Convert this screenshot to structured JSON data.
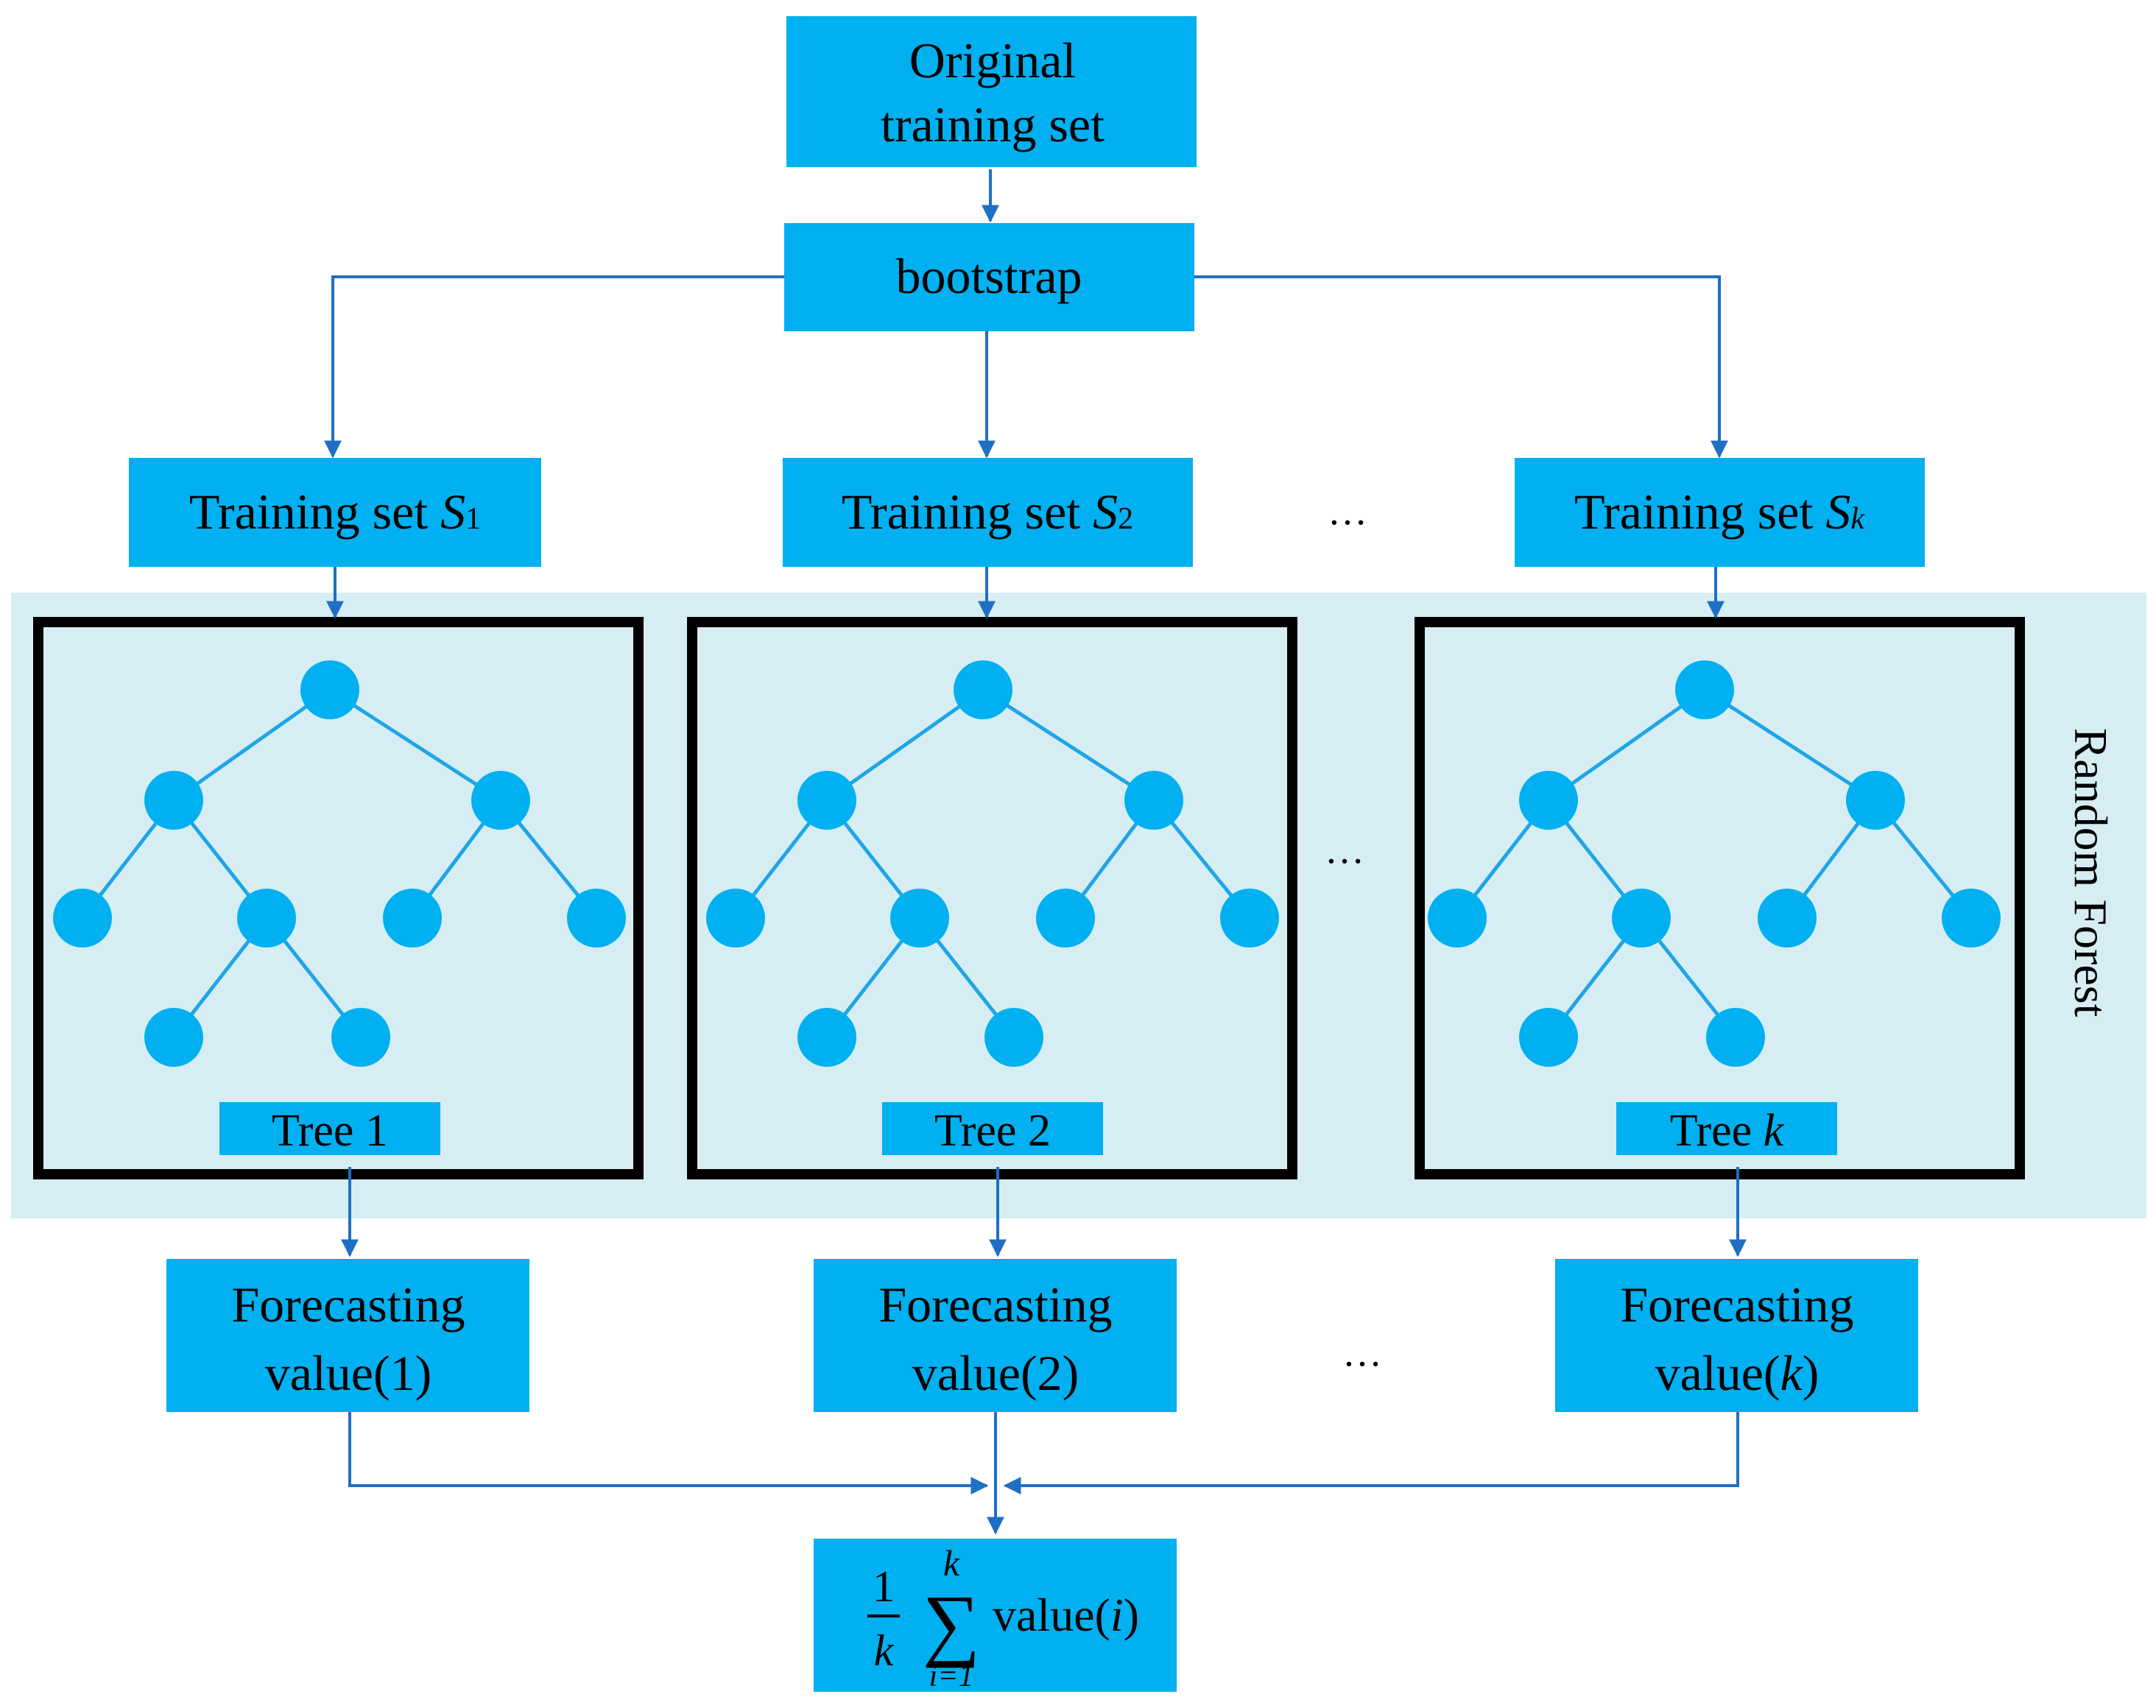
{
  "colors": {
    "box": "#00b0f0",
    "node": "#00b0f0",
    "edge": "#1fa5e6",
    "arrow": "#1f6fc4",
    "forest_bg": "#d6eef3",
    "frame": "#000000",
    "ellipsis": "#1f6fc4"
  },
  "nodes": {
    "original": {
      "line1": "Original",
      "line2": "training set"
    },
    "bootstrap": {
      "label": "bootstrap"
    },
    "training_sets": [
      {
        "prefix": "Training set ",
        "var": "S",
        "sub": "1"
      },
      {
        "prefix": "Training set ",
        "var": "S",
        "sub": "2"
      },
      {
        "prefix": "Training set ",
        "var": "S",
        "sub": "k"
      }
    ],
    "trees": [
      {
        "prefix": "Tree ",
        "index": "1",
        "index_italic": false
      },
      {
        "prefix": "Tree ",
        "index": "2",
        "index_italic": false
      },
      {
        "prefix": "Tree ",
        "index": "k",
        "index_italic": true
      }
    ],
    "forest_label": "Random Forest",
    "forecasts": [
      {
        "line1": "Forecasting",
        "line2_prefix": "value(",
        "arg": "1",
        "arg_italic": false,
        "line2_suffix": ")"
      },
      {
        "line1": "Forecasting",
        "line2_prefix": "value(",
        "arg": "2",
        "arg_italic": false,
        "line2_suffix": ")"
      },
      {
        "line1": "Forecasting",
        "line2_prefix": "value(",
        "arg": "k",
        "arg_italic": true,
        "line2_suffix": ")"
      }
    ],
    "aggregate": {
      "numerator": "1",
      "denominator": "k",
      "sum_symbol": "∑",
      "upper_limit": "k",
      "lower_limit": "i=1",
      "term_prefix": "value(",
      "term_arg": "i",
      "term_suffix": ")"
    },
    "ellipsis": "…"
  }
}
